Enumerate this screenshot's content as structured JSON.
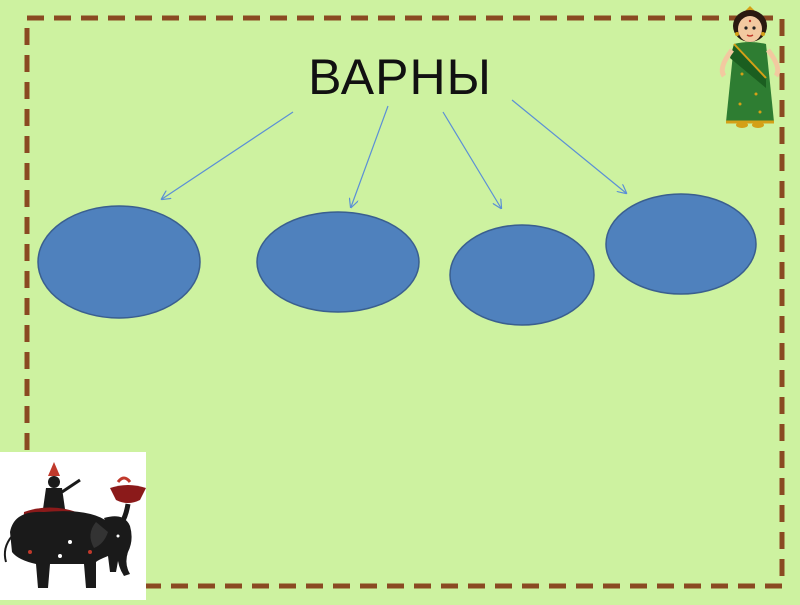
{
  "slide": {
    "title": "ВАРНЫ",
    "background_color": "#cdf2a0",
    "border_color": "#8a4a22",
    "border_style": "dashed",
    "arrow_color": "#5b8fd6",
    "ellipse_fill": "#4f81bd",
    "ellipse_stroke": "#3a5f8f",
    "branch_count": 4,
    "ellipse_labels": [
      "",
      "",
      "",
      ""
    ],
    "decorations": {
      "top_right": "indian-girl-in-sari-illustration",
      "bottom_left": "decorated-elephant-with-rider-illustration"
    }
  }
}
